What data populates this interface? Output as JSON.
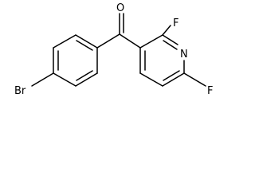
{
  "atoms": {
    "oxygen": "O",
    "fluorine_top": "F",
    "nitrogen": "N",
    "fluorine_bottom": "F",
    "bromine": "Br"
  },
  "colors": {
    "stroke": "#000000",
    "background": "#ffffff"
  }
}
